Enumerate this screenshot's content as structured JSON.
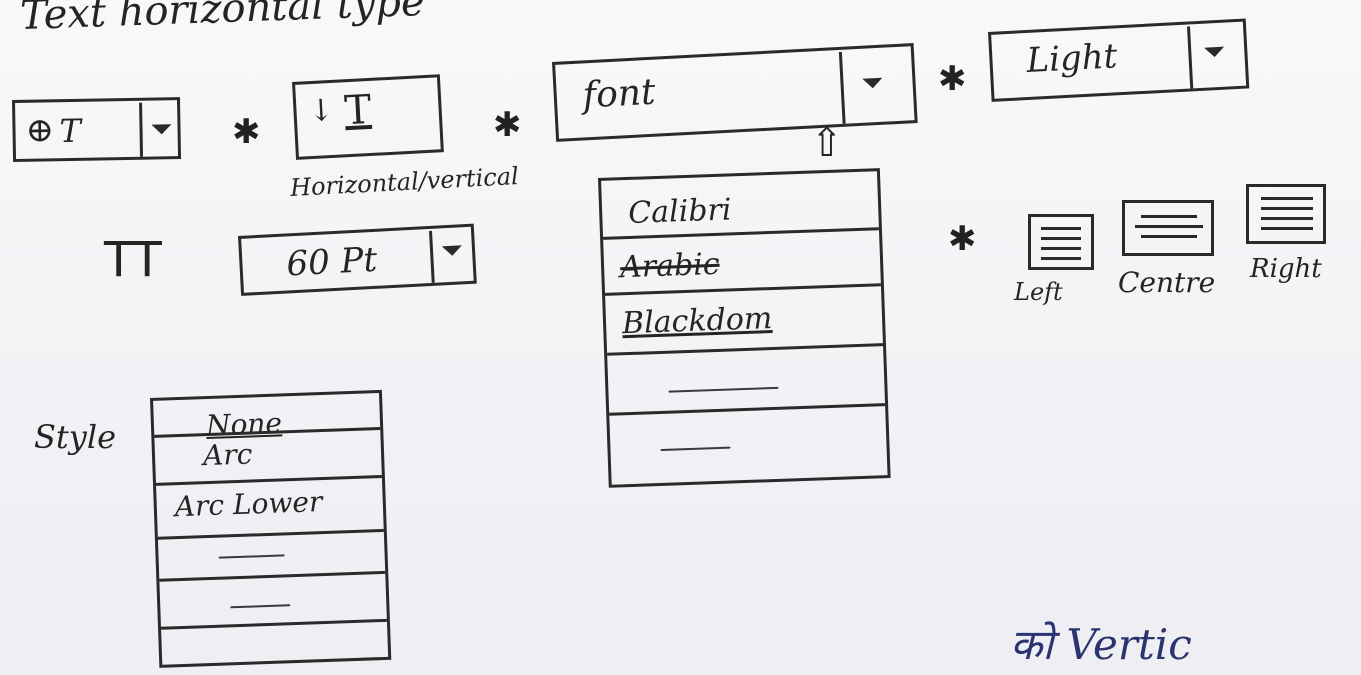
{
  "sketch": {
    "heading": "Text horizontal type",
    "text_tool_label": "T",
    "orientation_caption": "Horizontal/vertical",
    "font_dropdown": {
      "value": "font"
    },
    "weight_dropdown": {
      "value": "Light"
    },
    "size_dropdown": {
      "value": "60 Pt"
    },
    "font_list": [
      "Calibri",
      "Arabic",
      "Blackdom"
    ],
    "style_label": "Style",
    "style_list": [
      "None",
      "Arc",
      "Arc Lower"
    ],
    "alignment_labels": {
      "left": "Left",
      "centre": "Centre",
      "right": "Right"
    },
    "footer_fragment": "को Vertic"
  }
}
